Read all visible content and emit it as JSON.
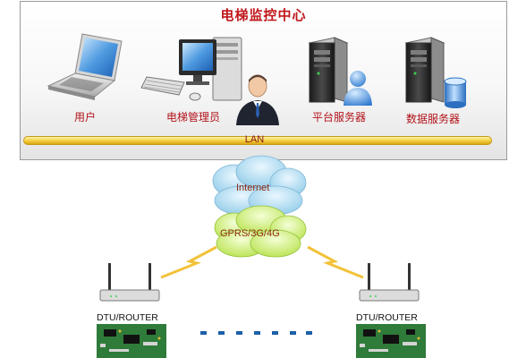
{
  "header": {
    "title": "电梯监控中心"
  },
  "devices": {
    "user_label": "用户",
    "admin_label": "电梯管理员",
    "platform_server_label": "平台服务器",
    "data_server_label": "数据服务器"
  },
  "network": {
    "lan_label": "LAN",
    "internet_label": "Internet",
    "mobile_label": "GPRS/3G/4G"
  },
  "terminals": {
    "left_label": "DTU/ROUTER",
    "right_label": "DTU/ROUTER"
  },
  "colors": {
    "title": "#c0171b",
    "label": "#b2141a",
    "lan_bar": "#f3cd3d",
    "internet_cloud": "#8fcbe8",
    "mobile_cloud": "#b8e24e",
    "lightning": "#f2c23a",
    "ellipsis_dots": "#1b5fa8"
  },
  "icons": [
    "laptop-icon",
    "desktop-computer-icon",
    "administrator-person-icon",
    "server-icon",
    "user-badge-icon",
    "database-icon",
    "cloud-icon",
    "lightning-icon",
    "antenna-icon",
    "circuit-board-icon"
  ]
}
